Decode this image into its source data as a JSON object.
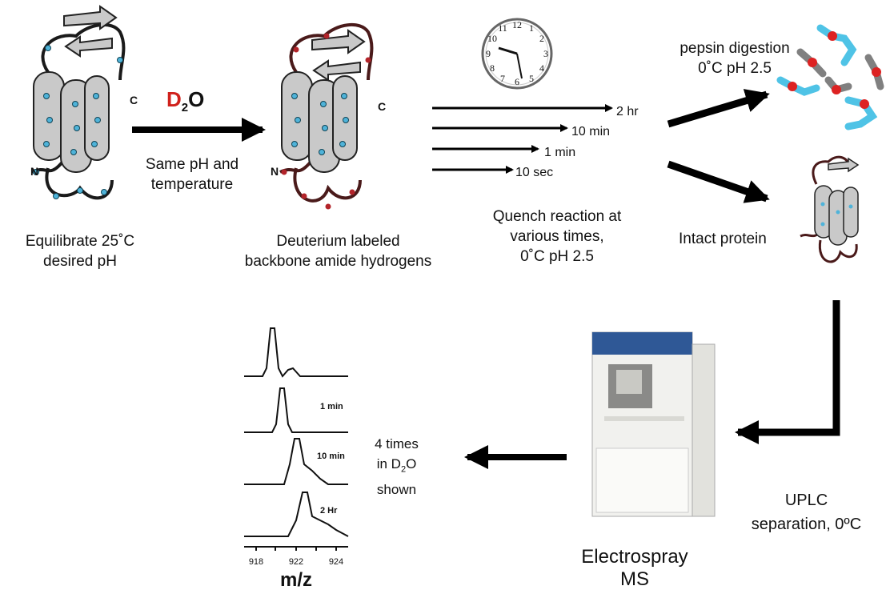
{
  "step1": {
    "line1": "Equilibrate 25˚C",
    "line2": "desired pH"
  },
  "d2o": {
    "D": "D",
    "sub": "2",
    "O": "O",
    "line1": "Same pH and",
    "line2": "temperature"
  },
  "step2": {
    "line1": "Deuterium labeled",
    "line2": "backbone amide hydrogens"
  },
  "times": [
    "2 hr",
    "10 min",
    "1 min",
    "10 sec"
  ],
  "quench": {
    "line1": "Quench reaction at",
    "line2": "various times,",
    "line3": "0˚C pH 2.5"
  },
  "pepsin": {
    "line1": "pepsin digestion",
    "line2": "0˚C pH 2.5"
  },
  "intact": "Intact protein",
  "uplc": {
    "line1": "UPLC",
    "line2": "separation, 0ºC"
  },
  "ms": {
    "line1": "Electrospray",
    "line2": "MS"
  },
  "shown": {
    "line1": "4 times",
    "line2a": "in D",
    "line2sub": "2",
    "line2b": "O",
    "line3": "shown"
  },
  "spectra": {
    "labels": [
      "1 min",
      "10 min",
      "2 Hr"
    ],
    "ticks": [
      "918",
      "922",
      "924"
    ],
    "xlabel": "m/z"
  },
  "protein_termini": {
    "n": "N",
    "c": "C"
  },
  "colors": {
    "d2o_red": "#d0211c",
    "helix_fill": "#c9c9c9",
    "bead_blue": "#4fb3d9",
    "bead_red": "#b3242a",
    "arrow": "#000000"
  }
}
